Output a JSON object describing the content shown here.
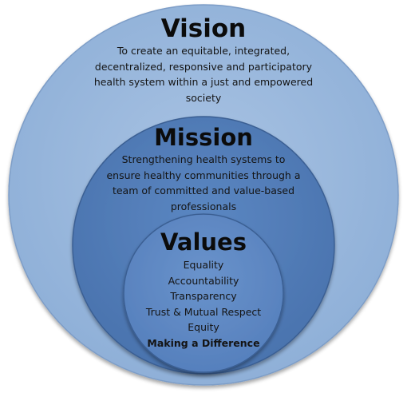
{
  "vision": {
    "title": "Vision",
    "lines": [
      "To create an equitable, integrated,",
      "decentralized, responsive and participatory",
      "health system within a just and empowered",
      "society"
    ]
  },
  "mission": {
    "title": "Mission",
    "lines": [
      "Strengthening health systems to",
      "ensure healthy communities through a",
      "team of committed and value-based",
      "professionals"
    ]
  },
  "values": {
    "title": "Values",
    "items": [
      "Equality",
      "Accountability",
      "Transparency",
      "Trust & Mutual Respect",
      "Equity",
      "Making a Difference"
    ]
  },
  "colors": {
    "outer_circle": "#94b3d8",
    "middle_circle": "#4f7ab6",
    "inner_circle": "#5e88c2",
    "outline": "#3a5f93"
  }
}
